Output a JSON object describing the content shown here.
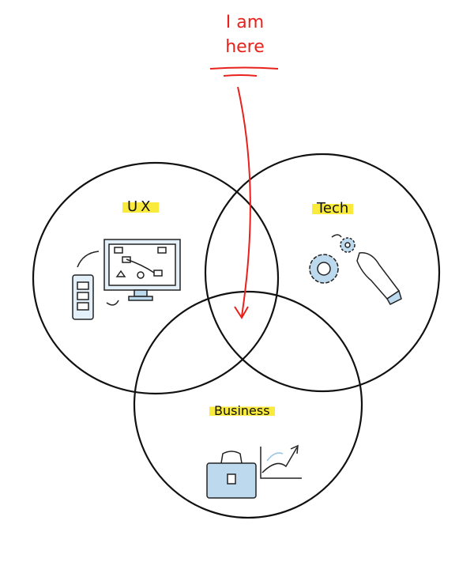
{
  "annotation": {
    "line1": "I am",
    "line2": "here"
  },
  "sets": [
    {
      "label": "UX",
      "icon": "monitor-wireframe-icon"
    },
    {
      "label": "Tech",
      "icon": "gears-hand-icon"
    },
    {
      "label": "Business",
      "icon": "briefcase-chart-icon"
    }
  ],
  "colors": {
    "annotation": "#e8211c",
    "highlight": "#f9ea3c",
    "stroke": "#111111",
    "icon_fill": "#bcd9ee"
  }
}
